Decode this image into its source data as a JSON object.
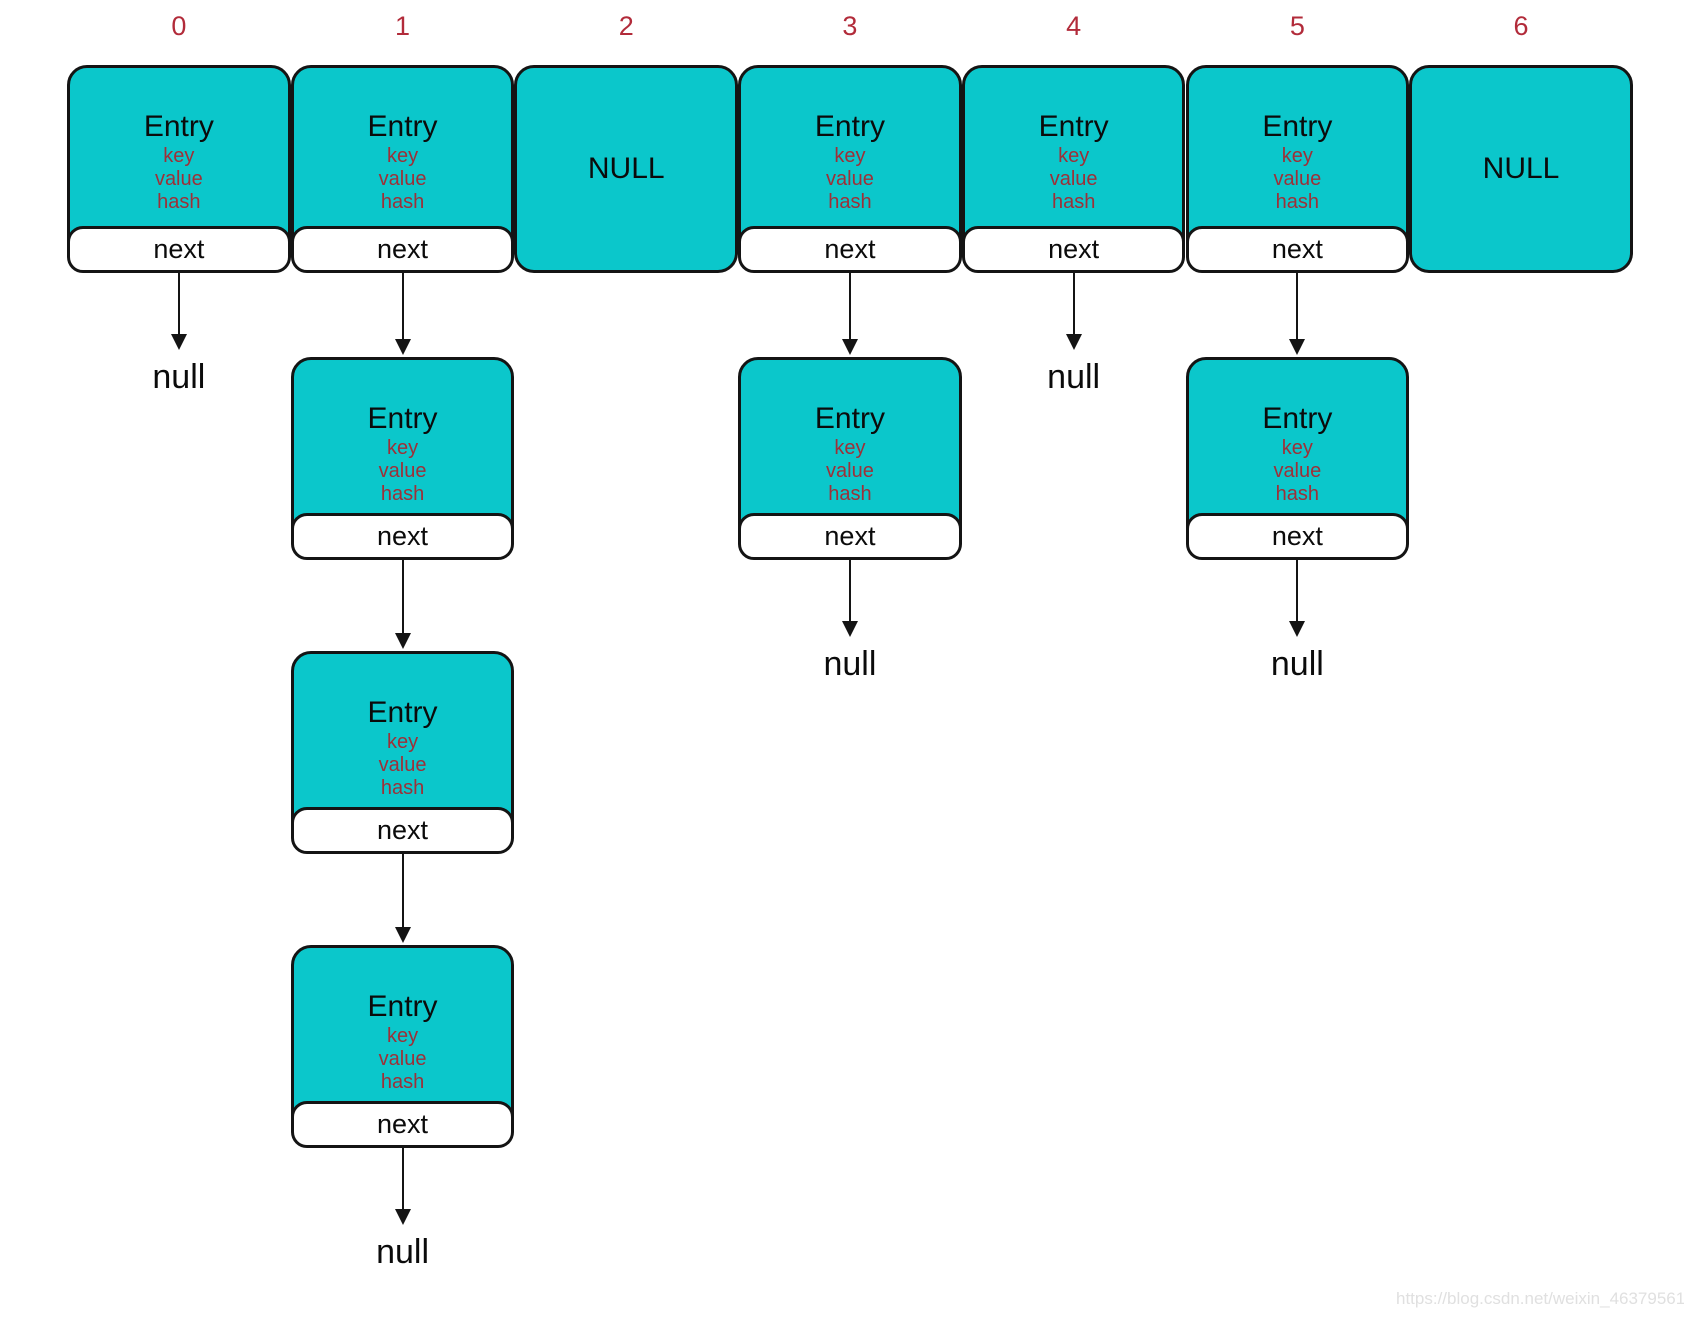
{
  "diagram": {
    "type": "hashmap-bucket-array-with-entry-chains",
    "node": {
      "title": "Entry",
      "fields": [
        "key",
        "value",
        "hash"
      ],
      "next_label": "next",
      "empty_label": "NULL",
      "terminator_label": "null"
    },
    "buckets": [
      {
        "index": "0",
        "kind": "chain",
        "entries": 1
      },
      {
        "index": "1",
        "kind": "chain",
        "entries": 4
      },
      {
        "index": "2",
        "kind": "empty"
      },
      {
        "index": "3",
        "kind": "chain",
        "entries": 2
      },
      {
        "index": "4",
        "kind": "chain",
        "entries": 1
      },
      {
        "index": "5",
        "kind": "chain",
        "entries": 2
      },
      {
        "index": "6",
        "kind": "empty"
      }
    ],
    "colors": {
      "node_fill": "#0bc7cb",
      "node_border": "#141414",
      "index_text": "#b22b3a",
      "field_text": "#9e3038",
      "title_text": "#0b0b0b"
    },
    "watermark": "https://blog.csdn.net/weixin_46379561"
  }
}
